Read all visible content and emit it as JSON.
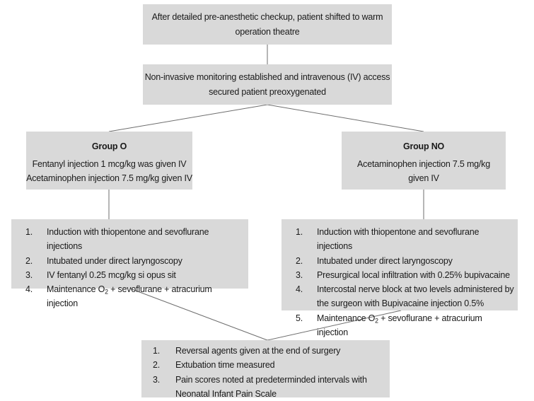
{
  "flowchart": {
    "start": {
      "lines": [
        "After detailed pre-anesthetic checkup, patient shifted to warm",
        "operation theatre"
      ]
    },
    "monitoring": {
      "lines": [
        "Non-invasive monitoring established and intravenous (IV) access",
        "secured patient preoxygenated"
      ]
    },
    "group_o": {
      "title": "Group O",
      "lines": [
        "Fentanyl injection 1 mcg/kg was given IV",
        "Acetaminophen injection 7.5 mg/kg given IV"
      ]
    },
    "group_no": {
      "title": "Group NO",
      "lines": [
        "Acetaminophen injection 7.5 mg/kg",
        "given IV"
      ]
    },
    "group_o_steps": [
      {
        "num": "1.",
        "text": "Induction with thiopentone and sevoflurane injections"
      },
      {
        "num": "2.",
        "text": "Intubated under direct laryngoscopy"
      },
      {
        "num": "3.",
        "text": "IV fentanyl 0.25 mcg/kg si opus sit"
      },
      {
        "num": "4.",
        "pre": "Maintenance O",
        "sub": "2",
        "post": " + sevoflurane + atracurium injection"
      }
    ],
    "group_no_steps": [
      {
        "num": "1.",
        "text": "Induction with thiopentone and sevoflurane injections"
      },
      {
        "num": "2.",
        "text": "Intubated under direct laryngoscopy"
      },
      {
        "num": "3.",
        "text": "Presurgical local infiltration with 0.25% bupivacaine"
      },
      {
        "num": "4.",
        "text": "Intercostal nerve block at two levels administered by the surgeon with Bupivacaine injection 0.5%"
      },
      {
        "num": "5.",
        "pre": "Maintenance O",
        "sub": "2",
        "post": " + sevoflurane + atracurium injection"
      }
    ],
    "final_steps": [
      {
        "num": "1.",
        "text": "Reversal agents given at the end of surgery"
      },
      {
        "num": "2.",
        "text": "Extubation time measured"
      },
      {
        "num": "3.",
        "text": "Pain scores noted at predeterminded intervals with Neonatal Infant Pain Scale"
      }
    ]
  }
}
